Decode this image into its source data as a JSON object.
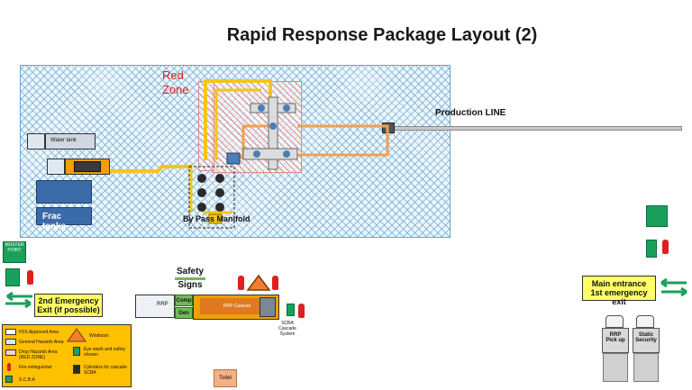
{
  "title": "Rapid Response Package Layout (2)",
  "zone": {
    "red_zone_line1": "Red",
    "red_zone_line2": "Zone"
  },
  "labels": {
    "production_line": "Production LINE",
    "water_tank": "Water tank",
    "frac_tanks": "Frac tanks",
    "bypass_manifold": "By Pass Manifold",
    "safety_signs_line1": "Safety",
    "safety_signs_line2": "Signs",
    "comp": "Comp",
    "gen": "Gen",
    "rrp_caravan": "RRP Caravan",
    "scba_cascade": "SCBA Cascade System",
    "toilet": "Toilet",
    "muster_point": "MUSTER POINT",
    "rrp_pickup_line1": "RRP",
    "rrp_pickup_line2": "Pick up",
    "static_security_line1": "Static",
    "static_security_line2": "Security",
    "rrp_label": "RRP"
  },
  "emergency_exit": {
    "line1": "2nd Emergency",
    "line2": "Exit (if possible)"
  },
  "main_entrance": {
    "line1": "Main entrance",
    "line2": "1st emergency exit"
  },
  "legend": {
    "h2s_area": "H2S Approved Area",
    "general_hazard": "General Hazards Area",
    "drop_hazard": "Drop Hazards Area (RED ZONE)",
    "fire_ext": "Fire extinguisher",
    "scba": "S.C.B.A",
    "windsock": "Windsock",
    "eyewash": "Eye wash and safety shower",
    "cylinders": "Cylinders for cascade SCBA"
  },
  "colors": {
    "hatch_blue": "#6fa0c8",
    "pipe_yellow": "#f5c518",
    "pipe_orange": "#f0a050",
    "sign_green": "#1aa05a",
    "exit_yellow": "#ffff66",
    "legend_orange": "#ffc000",
    "red": "#e02020"
  }
}
